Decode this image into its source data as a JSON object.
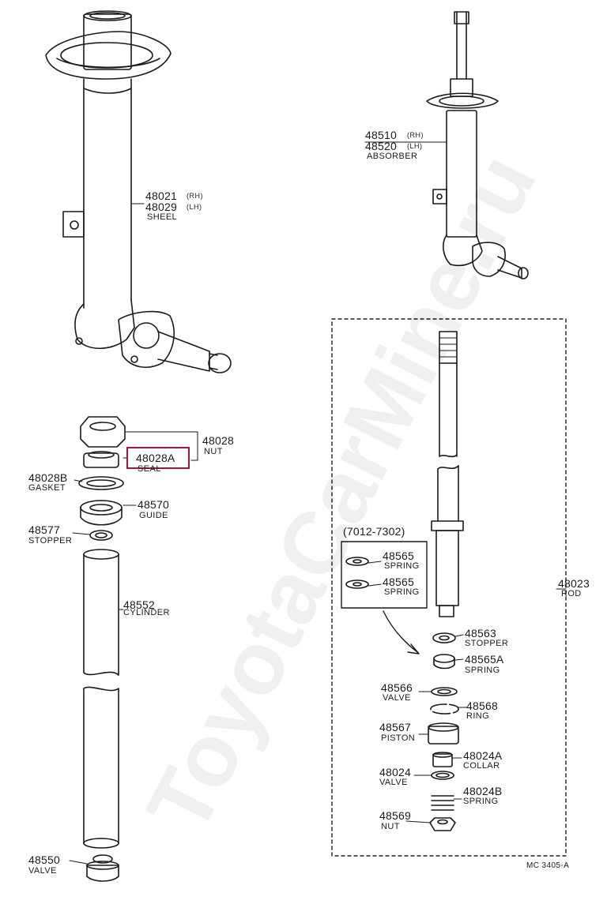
{
  "diagram": {
    "watermark": "ToyotaCarMine.ru",
    "footer_code": "MC 3405-A",
    "variant_note": "(7012-7302)",
    "callout_color": "#a4123f",
    "parts": {
      "shell_rh": "48021",
      "shell_rh_side": "(RH)",
      "shell_lh": "48029",
      "shell_lh_side": "(LH)",
      "shell_name": "SHEEL",
      "absorber_rh": "48510",
      "absorber_rh_side": "(RH)",
      "absorber_lh": "48520",
      "absorber_lh_side": "(LH)",
      "absorber_name": "ABSORBER",
      "nut_top": "48028",
      "nut_top_name": "NUT",
      "seal": "48028A",
      "seal_name": "SEAL",
      "gasket": "48028B",
      "gasket_name": "GASKET",
      "guide": "48570",
      "guide_name": "GUIDE",
      "stopper": "48577",
      "stopper_name": "STOPPER",
      "cylinder": "48552",
      "cylinder_name": "CYLINDER",
      "valve_bottom": "48550",
      "valve_bottom_name": "VALVE",
      "rod": "48023",
      "rod_name": "ROD",
      "spring_a": "48565",
      "spring_a_name": "SPRING",
      "spring_b": "48565",
      "spring_b_name": "SPRING",
      "stopper2": "48563",
      "stopper2_name": "STOPPER",
      "spring_c": "48565A",
      "spring_c_name": "SPRING",
      "valve2": "48566",
      "valve2_name": "VALVE",
      "ring": "48568",
      "ring_name": "RING",
      "piston": "48567",
      "piston_name": "PISTON",
      "collar": "48024A",
      "collar_name": "COLLAR",
      "valve3": "48024",
      "valve3_name": "VALVE",
      "spring_d": "48024B",
      "spring_d_name": "SPRING",
      "nut_bottom": "48569",
      "nut_bottom_name": "NUT"
    }
  }
}
